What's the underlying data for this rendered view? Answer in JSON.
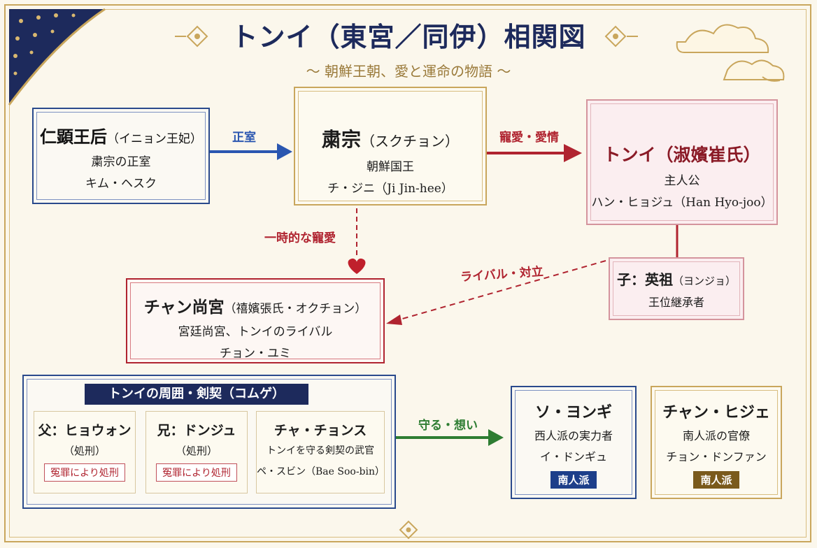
{
  "header": {
    "title": "トンイ（東宮／同伊）相関図",
    "subtitle": "〜 朝鮮王朝、愛と運命の物語 〜"
  },
  "nodes": {
    "queen_inhyeon": {
      "name": "仁顕王后",
      "name_sub": "（イニョン王妃）",
      "role": "粛宗の正室",
      "actor": "キム・ヘスク"
    },
    "sukjong": {
      "name": "粛宗",
      "name_sub": "（スクチョン）",
      "role": "朝鮮国王",
      "actor": "チ・ジニ（Ji Jin-hee）"
    },
    "dongyi": {
      "name": "トンイ（淑嬪崔氏）",
      "role": "主人公",
      "actor": "ハン・ヒョジュ（Han Hyo-joo）"
    },
    "son": {
      "name": "子：英祖",
      "name_sub": "（ヨンジョ）",
      "role": "王位継承者"
    },
    "jang": {
      "name": "チャン尚宮",
      "name_sub": "（禧嬪張氏・オクチョン）",
      "role": "宮廷尚宮、トンイのライバル",
      "actor": "チョン・ユミ"
    },
    "circle": {
      "title": "トンイの周囲・剣契（コムゲ）",
      "father": {
        "name": "父：ヒョウォン",
        "note": "（処刑）",
        "tag": "冤罪により処刑"
      },
      "brother": {
        "name": "兄：ドンジュ",
        "note": "（処刑）",
        "tag": "冤罪により処刑"
      },
      "cha": {
        "name": "チャ・チョンス",
        "role": "トンイを守る剣契の武官",
        "actor": "ペ・スビン（Bae Soo-bin）"
      }
    },
    "seo": {
      "name": "ソ・ヨンギ",
      "role": "西人派の実力者",
      "actor": "イ・ドンギュ",
      "badge": "南人派"
    },
    "jang_hj": {
      "name": "チャン・ヒジェ",
      "role": "南人派の官僚",
      "actor": "チョン・ドンファン",
      "badge": "南人派"
    }
  },
  "edges": {
    "queen_to_king": "正室",
    "king_to_dongyi": "寵愛・愛情",
    "king_to_jang": "一時的な寵愛",
    "dongyi_to_jang": "ライバル・対立",
    "circle_to_seo": "守る・想い"
  },
  "colors": {
    "navy": "#1d2a5c",
    "blue_arrow": "#2a56b0",
    "red": "#b02430",
    "green": "#2e7d32",
    "gold": "#c9a65c",
    "brown_badge": "#7a5a1c"
  }
}
